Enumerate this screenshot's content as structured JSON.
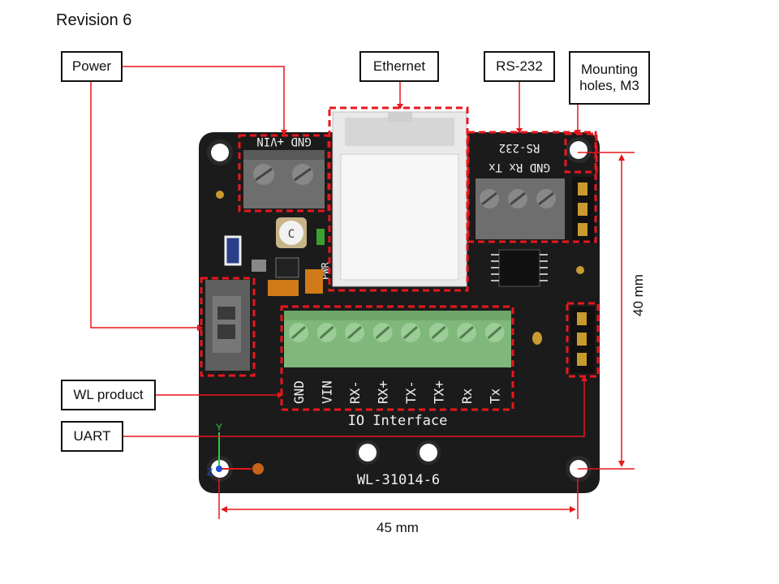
{
  "title": "Revision 6",
  "callouts": {
    "power": "Power",
    "ethernet": "Ethernet",
    "rs232": "RS-232",
    "mounting": "Mounting\nholes, M3",
    "wl_product": "WL product",
    "uart": "UART"
  },
  "dimensions": {
    "height": "40 mm",
    "width": "45 mm"
  },
  "board": {
    "power_silk": "GND +VIN",
    "rs232_silk_title": "RS-232",
    "rs232_silk_pins": "GND Rx Tx",
    "io_pins": [
      "GND",
      "VIN",
      "RX-",
      "RX+",
      "TX-",
      "TX+",
      "Rx",
      "Tx"
    ],
    "io_title": "IO Interface",
    "part_number": "WL-31014-6",
    "pwr_label": "PWR",
    "axis_y": "Y",
    "axis_z": "Z",
    "cap_label": "C"
  },
  "colors": {
    "pcb": "#1b1b1b",
    "callout_line": "#e8171d",
    "terminal_green": "#7fb87a",
    "terminal_grey": "#6e6e6e",
    "header_gold": "#c99a2e"
  }
}
